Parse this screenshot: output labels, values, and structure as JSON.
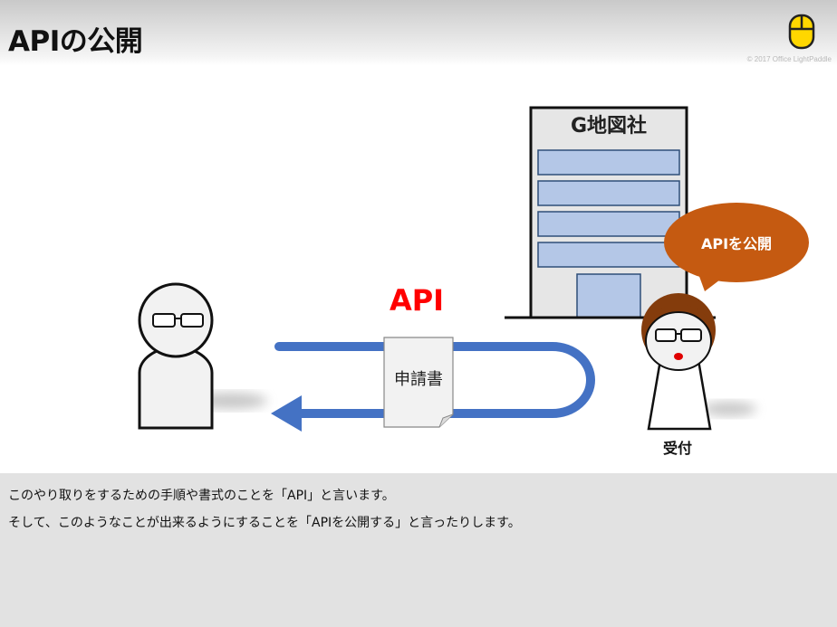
{
  "header": {
    "title": "APIの公開",
    "copyright": "© 2017 Office LightPaddle"
  },
  "diagram": {
    "building_name": "G地図社",
    "speech_bubble": "APIを公開",
    "api_label": "API",
    "document_label": "申請書",
    "staff_label": "受付"
  },
  "explanation": {
    "line1": "このやり取りをするための手順や書式のことを「API」と言います。",
    "line2": "そして、このようなことが出来るようにすることを「APIを公開する」と言ったりします。"
  },
  "colors": {
    "arrow": "#4472c4",
    "bubble": "#c55a11",
    "api_text": "#ff0000",
    "window_fill": "#b4c7e7",
    "window_stroke": "#2f4f79",
    "building_fill": "#e6e6e6",
    "hair": "#843c0c",
    "logo": "#ffd700"
  },
  "icons": [
    "mouse-logo-icon",
    "glasses-icon"
  ]
}
